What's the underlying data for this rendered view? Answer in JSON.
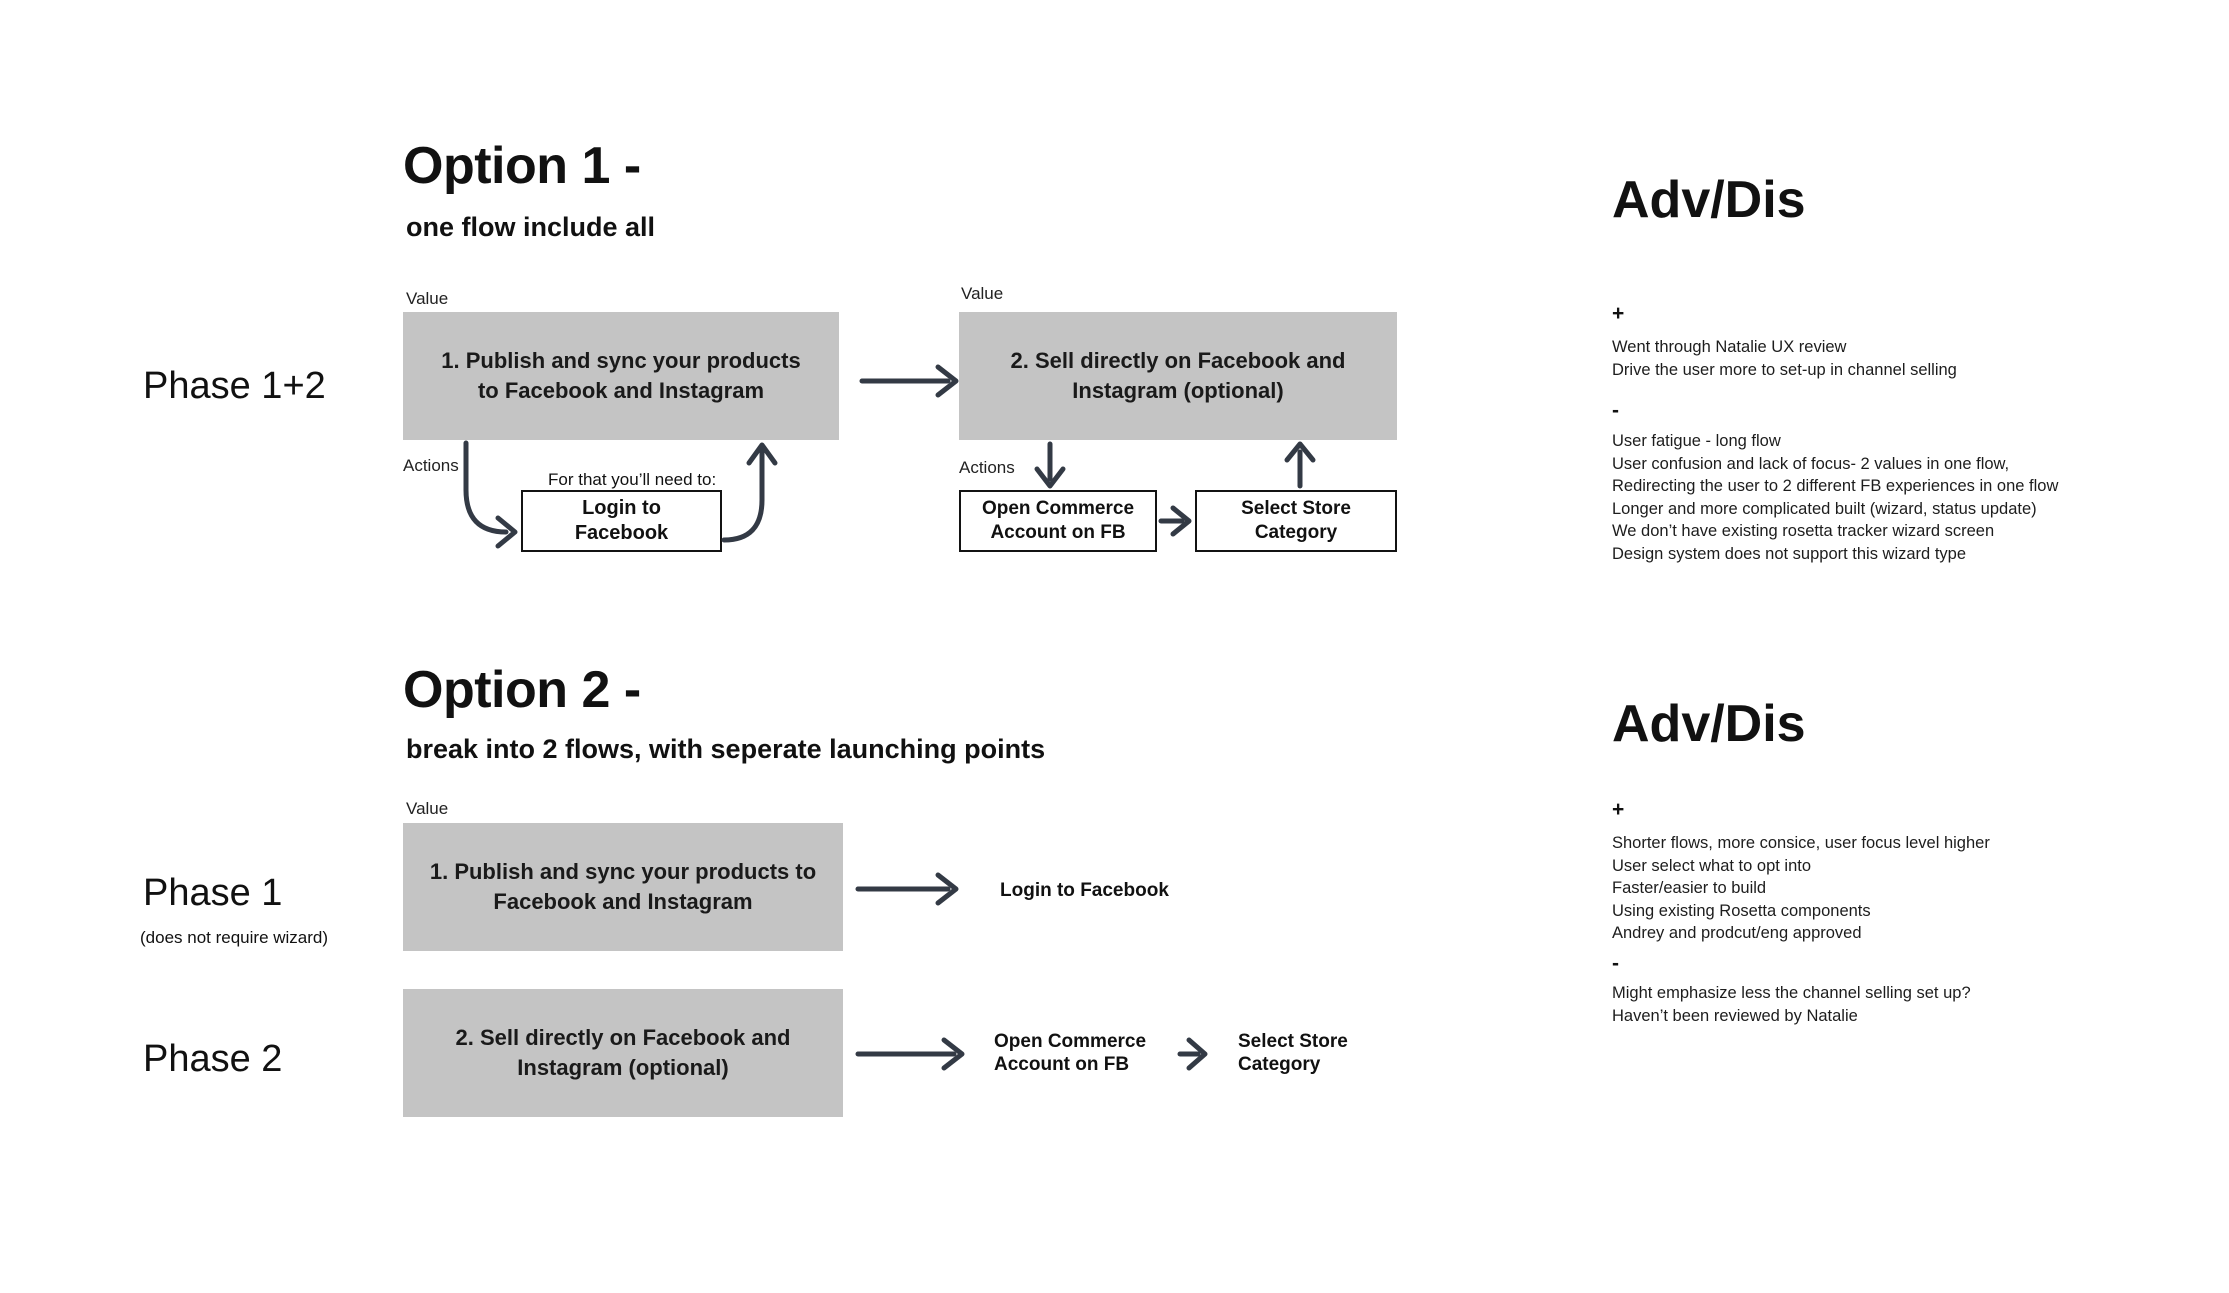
{
  "theme": {
    "bg": "#ffffff",
    "box_gray": "#c4c4c4",
    "arrow": "#333a45",
    "ink": "#111111"
  },
  "option1": {
    "phase_label": "Phase 1+2",
    "title": "Option 1 -",
    "subtitle": "one flow include all",
    "value_label_1": "Value",
    "value_label_2": "Value",
    "actions_label_1": "Actions",
    "actions_label_2": "Actions",
    "step1": "1. Publish and sync your products to Facebook and Instagram",
    "step2": "2. Sell directly on Facebook and Instagram (optional)",
    "need_note": "For that you’ll need to:",
    "login_action": "Login to Facebook",
    "commerce_action": "Open Commerce Account on FB",
    "category_action": "Select Store Category"
  },
  "advdis1": {
    "title": "Adv/Dis",
    "plus_sign": "+",
    "plus_items": [
      "Went through Natalie UX review",
      "Drive the user more to set-up in channel selling"
    ],
    "minus_sign": "-",
    "minus_items": [
      "User fatigue - long flow",
      "User confusion and lack of focus- 2 values in one flow,",
      "Redirecting the user to 2 different FB experiences in one flow",
      "Longer and more complicated built (wizard, status update)",
      "We don’t have existing rosetta tracker wizard screen",
      "Design system does not support this wizard type"
    ]
  },
  "option2": {
    "title": "Option 2 -",
    "subtitle": "break into 2 flows, with seperate launching points",
    "value_label": "Value",
    "phase1_label": "Phase 1",
    "phase1_note": "(does not require wizard)",
    "phase2_label": "Phase 2",
    "step1": "1. Publish and sync your products to Facebook and Instagram",
    "step2": "2. Sell directly on Facebook and Instagram (optional)",
    "login_action": "Login to Facebook",
    "commerce_action": "Open Commerce Account on FB",
    "category_action": "Select Store Category"
  },
  "advdis2": {
    "title": "Adv/Dis",
    "plus_sign": "+",
    "plus_items": [
      "Shorter flows, more consice, user focus level higher",
      "User select what to opt into",
      "Faster/easier to build",
      "Using existing Rosetta components",
      "Andrey and prodcut/eng approved"
    ],
    "minus_sign": "-",
    "minus_items": [
      "Might emphasize less the channel selling set up?",
      "Haven’t been reviewed by Natalie"
    ]
  }
}
